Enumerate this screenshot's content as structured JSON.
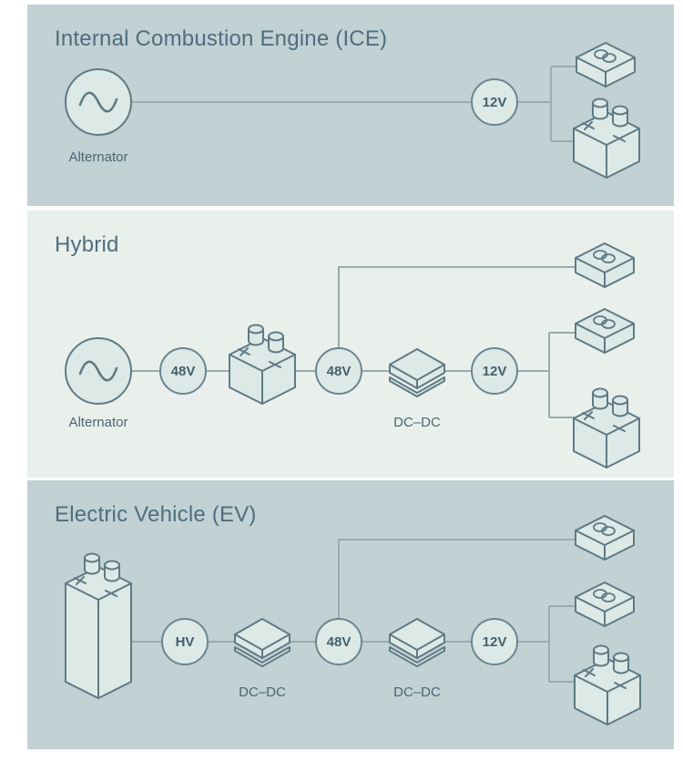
{
  "figure": {
    "panels": {
      "ice": {
        "title": "Internal Combustion Engine (ICE)",
        "alternator_label": "Alternator",
        "nodes": {
          "v12": "12V"
        }
      },
      "hybrid": {
        "title": "Hybrid",
        "alternator_label": "Alternator",
        "dcdc_label": "DC–DC",
        "nodes": {
          "v48_in": "48V",
          "v48_bus": "48V",
          "v12": "12V"
        }
      },
      "ev": {
        "title": "Electric Vehicle (EV)",
        "dcdc1_label": "DC–DC",
        "dcdc2_label": "DC–DC",
        "nodes": {
          "hv": "HV",
          "v48": "48V",
          "v12": "12V"
        }
      }
    },
    "colors": {
      "page_bg": "#ffffff",
      "panel_blue_gray": "#c1d1d4",
      "panel_mint": "#e9f0ec",
      "icon_fill": "#dde9e7",
      "icon_stroke": "#5f7a85",
      "wire": "#98acb1",
      "title_text": "#4e6e7e",
      "label_text": "#4a6673",
      "node_border": "#6b8591",
      "node_text": "#44606d"
    }
  }
}
